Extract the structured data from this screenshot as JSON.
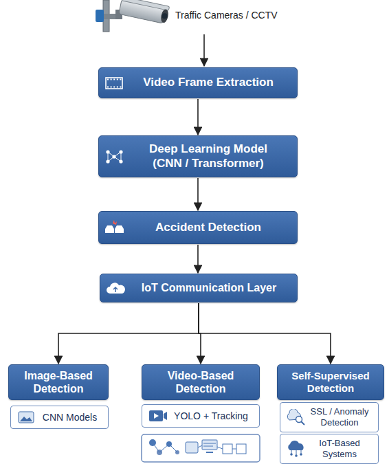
{
  "diagram": {
    "nodes": [
      {
        "text": [
          "Video Frame Extraction"
        ]
      },
      {
        "text": [
          "Deep Learning Model (CNN / Transformer)"
        ]
      },
      {
        "text": [
          "Accident Detection"
        ]
      },
      {
        "text": [
          "IoT Communication Layer"
        ]
      },
      {
        "text": [
          "Image-Based Detection"
        ]
      },
      {
        "text": [
          "Video-Based Detection"
        ]
      },
      {
        "text": [
          "Self-Supervised Detection"
        ]
      },
      {
        "text": [
          "CNN Models"
        ]
      },
      {
        "text": [
          "YOLO + Tracking"
        ]
      },
      {
        "text": [
          "SSL / Anomaly Detection"
        ]
      },
      {
        "text": [
          "IoT-Based Systems"
        ]
      }
    ],
    "edges": [
      {
        "from": 0,
        "to": 1,
        "arrow": "to"
      },
      {
        "from": 1,
        "to": 2,
        "arrow": "to"
      },
      {
        "from": 2,
        "to": 3,
        "arrow": "to"
      },
      {
        "from": 3,
        "to": 4,
        "arrow": "to"
      },
      {
        "from": 3,
        "to": 5,
        "arrow": "to"
      },
      {
        "from": 3,
        "to": 6,
        "arrow": "to"
      }
    ],
    "labels": [
      "Traffic Cameras / CCTV"
    ]
  }
}
